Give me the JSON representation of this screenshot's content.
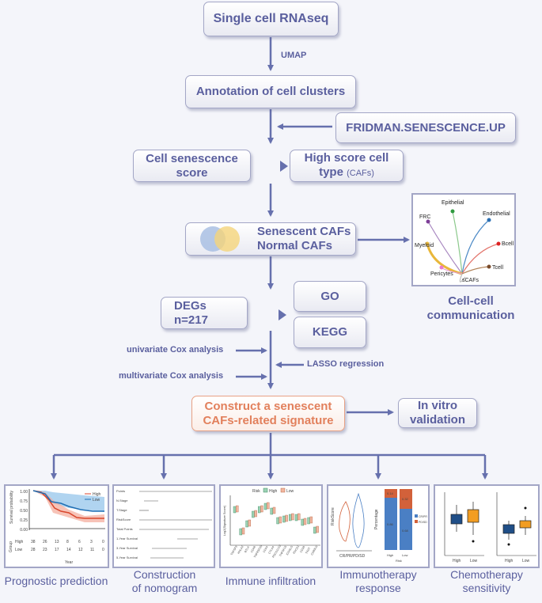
{
  "flow": {
    "step1": "Single cell RNAseq",
    "umap": "UMAP",
    "step2": "Annotation of cell clusters",
    "geneset": "FRIDMAN.SENESCENCE.UP",
    "score_line1": "Cell senescence",
    "score_line2": "score",
    "highscore_line1": "High score cell",
    "highscore_line2": "type",
    "highscore_note": "(CAFs)",
    "caf_line1": "Senescent CAFs",
    "caf_line2": "Normal CAFs",
    "degs_line1": "DEGs",
    "degs_line2": "n=217",
    "go": "GO",
    "kegg": "KEGG",
    "univariate": "univariate Cox analysis",
    "multivariate": "multivariate Cox analysis",
    "lasso": "LASSO regression",
    "signature_line1": "Construct a senescent",
    "signature_line2": "CAFs-related signature",
    "invitro_line1": "In vitro",
    "invitro_line2": "validation"
  },
  "communication": {
    "caption_line1": "Cell-cell",
    "caption_line2": "communication",
    "center": "sCAFs",
    "nodes": [
      "Epithelial",
      "FRC",
      "Endothelial",
      "Bcell",
      "Myeloid",
      "Tcell",
      "Pericytes"
    ]
  },
  "outputs": [
    {
      "line1": "Prognostic prediction",
      "line2": ""
    },
    {
      "line1": "Construction",
      "line2": "of nomogram"
    },
    {
      "line1": "Immune infiltration",
      "line2": ""
    },
    {
      "line1": "Immunotherapy",
      "line2": "response"
    },
    {
      "line1": "Chemotherapy",
      "line2": "sensitivity"
    }
  ],
  "km": {
    "ylabel": "Survival probability",
    "xlabel": "Year",
    "yticks": [
      "1.00",
      "0.75",
      "0.50",
      "0.25",
      "0.00"
    ],
    "legend": [
      "High",
      "Low"
    ],
    "risk_label": "Group",
    "risk_high": [
      "High",
      "38",
      "26",
      "13",
      "8",
      "6",
      "3",
      "0"
    ],
    "risk_low": [
      "Low",
      "28",
      "23",
      "17",
      "14",
      "12",
      "11",
      "0"
    ]
  },
  "nomogram": {
    "rows": [
      "Points",
      "N.Stage",
      "T.Stage",
      "RiskScore",
      "Total Points",
      "1-Year Survival",
      "3-Year Survival",
      "5-Year Survival"
    ]
  },
  "immune": {
    "legend_title": "Risk",
    "legend": [
      "High",
      "Low"
    ],
    "ylabel": "Log2(Signature Score)",
    "genes": [
      "TNFSF9",
      "HHLA2",
      "BTLA",
      "CD48",
      "TNFRSF25",
      "CD44",
      "CTLA4",
      "PDCD1LG2",
      "TNFSF15",
      "ICOSLG",
      "PDCD1",
      "CD28",
      "TIGIT",
      "CD80LG"
    ]
  },
  "immunotherapy": {
    "violin_ylabel": "RiskScore",
    "violin_xlabel": "CR/PR/PD/SD",
    "bar_ylabel": "Percentage",
    "bar_xlabel": "Risk",
    "groups": [
      "High",
      "Low"
    ],
    "legend": [
      "CR/PR",
      "PD/SD"
    ],
    "high_values": [
      "0.86",
      "0.14"
    ],
    "low_values": [
      "0.68",
      "0.32"
    ],
    "colors": {
      "crpr": "#4a7fc4",
      "pdsd": "#d2613a"
    }
  },
  "chemo": {
    "groups": [
      "High",
      "Low"
    ],
    "colors": {
      "high": "#1f4e87",
      "low": "#f29d22"
    }
  },
  "colors": {
    "text": "#5a5f9e",
    "arrow": "#6670ad",
    "signature": "#e2805c"
  }
}
